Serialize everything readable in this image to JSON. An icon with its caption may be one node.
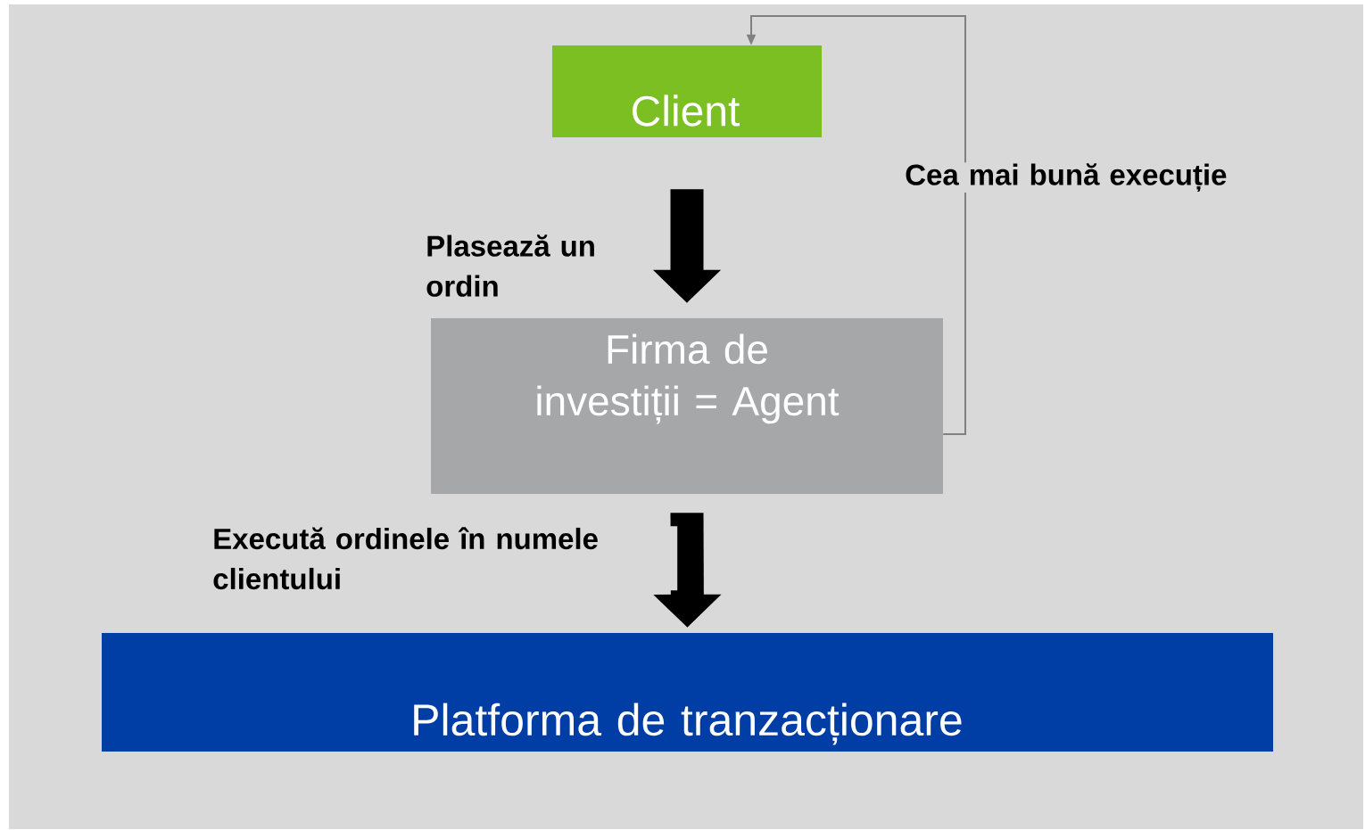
{
  "diagram": {
    "nodes": [
      {
        "text": [
          "Client"
        ]
      },
      {
        "text": [
          "Firma de investiții = Agent"
        ]
      },
      {
        "text": [
          "Platforma de tranzacționare"
        ]
      }
    ],
    "edges": [
      {
        "from": 0,
        "to": 1,
        "arrow": "to",
        "label": "Plasează un ordin"
      },
      {
        "from": 1,
        "to": 2,
        "arrow": "to",
        "label": "Execută ordinele în numele clientului"
      },
      {
        "from": 1,
        "to": 0,
        "arrow": "to",
        "label": "Cea mai bună execuție",
        "color": "#808080"
      }
    ]
  }
}
